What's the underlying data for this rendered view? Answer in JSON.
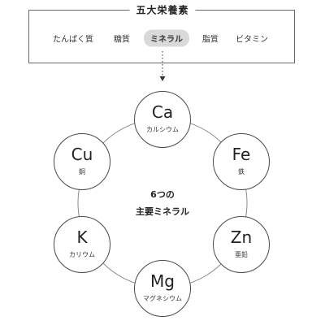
{
  "nutrients": {
    "title": "五大栄養素",
    "items": [
      {
        "label": "たんぱく質",
        "highlighted": false
      },
      {
        "label": "糖質",
        "highlighted": false
      },
      {
        "label": "ミネラル",
        "highlighted": true
      },
      {
        "label": "脂質",
        "highlighted": false
      },
      {
        "label": "ビタミン",
        "highlighted": false
      }
    ],
    "highlight_color": "#d9d9d9"
  },
  "center": {
    "line1": "6つの",
    "line2": "主要ミネラル"
  },
  "minerals": [
    {
      "symbol": "Ca",
      "name": "カルシウム"
    },
    {
      "symbol": "Fe",
      "name": "鉄"
    },
    {
      "symbol": "Zn",
      "name": "亜鉛"
    },
    {
      "symbol": "Mg",
      "name": "マグネシウム"
    },
    {
      "symbol": "K",
      "name": "カリウム"
    },
    {
      "symbol": "Cu",
      "name": "銅"
    }
  ]
}
